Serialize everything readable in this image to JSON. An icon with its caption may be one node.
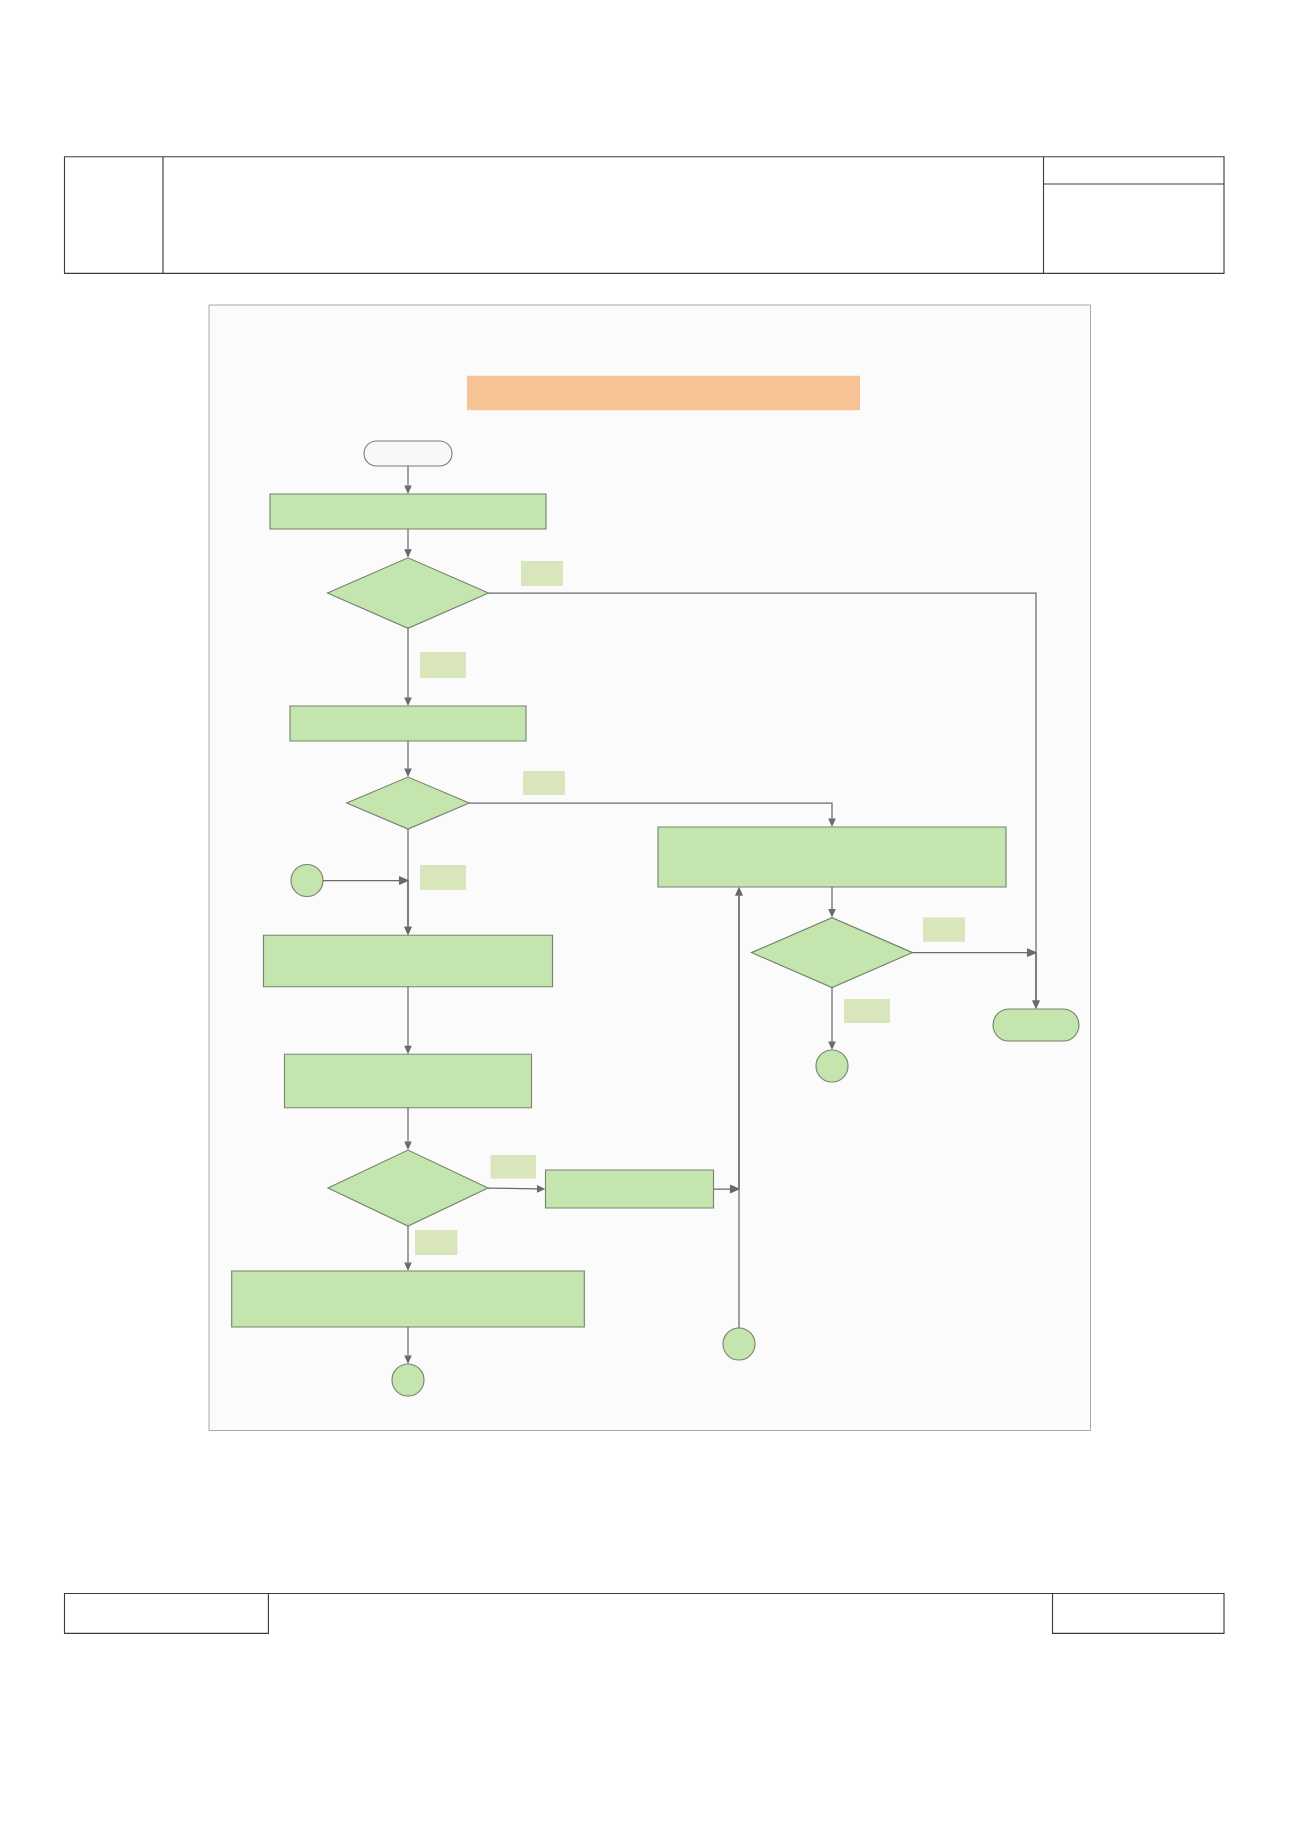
{
  "diagram": {
    "nodes": [
      {
        "text": [],
        "shape": "bar"
      },
      {
        "text": [],
        "shape": "capsule"
      },
      {
        "text": [],
        "shape": "box"
      },
      {
        "text": [],
        "shape": "diamond"
      },
      {
        "text": [],
        "shape": "box"
      },
      {
        "text": [],
        "shape": "diamond"
      },
      {
        "text": [],
        "shape": "box"
      },
      {
        "text": [],
        "shape": "circle"
      },
      {
        "text": [],
        "shape": "diamond"
      },
      {
        "text": [],
        "shape": "box"
      },
      {
        "text": [],
        "shape": "capsule"
      },
      {
        "text": [],
        "shape": "circle"
      },
      {
        "text": [],
        "shape": "box"
      },
      {
        "text": [],
        "shape": "diamond"
      },
      {
        "text": [],
        "shape": "box"
      },
      {
        "text": [],
        "shape": "box"
      },
      {
        "text": [],
        "shape": "circle"
      },
      {
        "text": [],
        "shape": "circle"
      }
    ],
    "edges": [
      {
        "from": 1,
        "to": 2,
        "arrow": "to"
      },
      {
        "from": 2,
        "to": 3,
        "arrow": "to"
      },
      {
        "from": 3,
        "to": 4,
        "arrow": "to"
      },
      {
        "from": 3,
        "to": 10,
        "arrow": "to"
      },
      {
        "from": 4,
        "to": 5,
        "arrow": "to"
      },
      {
        "from": 5,
        "to": 6,
        "arrow": "to"
      },
      {
        "from": 5,
        "to": 9,
        "arrow": "to"
      },
      {
        "from": 7,
        "to": 9,
        "arrow": "to"
      },
      {
        "from": 6,
        "to": 8,
        "arrow": "to"
      },
      {
        "from": 8,
        "to": 10,
        "arrow": "to"
      },
      {
        "from": 8,
        "to": 11,
        "arrow": "to"
      },
      {
        "from": 9,
        "to": 12,
        "arrow": "to"
      },
      {
        "from": 12,
        "to": 13,
        "arrow": "to"
      },
      {
        "from": 13,
        "to": 14,
        "arrow": "to"
      },
      {
        "from": 13,
        "to": 15,
        "arrow": "to"
      },
      {
        "from": 14,
        "to": 6,
        "arrow": "to"
      },
      {
        "from": 16,
        "to": 6,
        "arrow": "to"
      },
      {
        "from": 15,
        "to": 17,
        "arrow": "to"
      }
    ]
  }
}
